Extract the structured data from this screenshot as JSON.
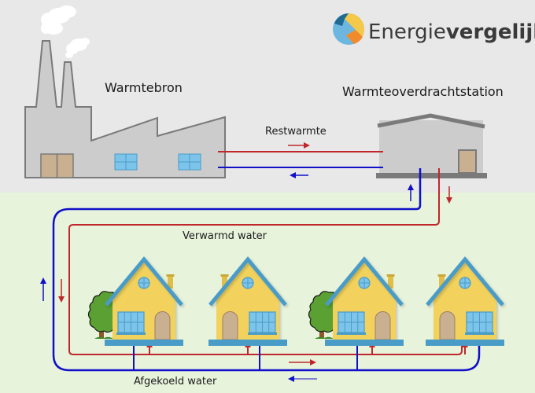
{
  "logo": {
    "brand_light": "Energie",
    "brand_bold": "vergelijk",
    "icon": "energievergelijk-logo-icon",
    "colors": {
      "light_blue": "#6cb6e0",
      "dark_blue": "#1e6a93",
      "yellow": "#f5c84a",
      "orange": "#f08a2a",
      "text": "#3a3a3a"
    }
  },
  "labels": {
    "heat_source": "Warmtebron",
    "transfer_station": "Warmteoverdrachtstation",
    "residual_heat": "Restwarmte",
    "heated_water": "Verwarmd water",
    "cooled_water": "Afgekoeld water"
  },
  "colors": {
    "sky": "#e8e8e8",
    "ground": "#e8f3dc",
    "hot_pipe": "#c0272d",
    "cold_pipe": "#1010c8",
    "building": "#cccccc",
    "building_outline": "#7a7a7a",
    "door": "#c8b090",
    "window": "#7cc4ea",
    "house_wall": "#f2d25c",
    "house_roof": "#4a9cc8",
    "tree": "#5aa032"
  },
  "houses": [
    {
      "id": 1,
      "door_side": "right",
      "tree": true
    },
    {
      "id": 2,
      "door_side": "left",
      "tree": false
    },
    {
      "id": 3,
      "door_side": "right",
      "tree": true
    },
    {
      "id": 4,
      "door_side": "left",
      "tree": false
    }
  ],
  "flows": [
    {
      "id": "restwarmte-hot",
      "color": "hot",
      "direction": "right"
    },
    {
      "id": "restwarmte-cold",
      "color": "cold",
      "direction": "left"
    },
    {
      "id": "station-return",
      "color": "cold",
      "direction": "up"
    },
    {
      "id": "station-supply",
      "color": "hot",
      "direction": "down"
    },
    {
      "id": "left-return",
      "color": "cold",
      "direction": "up"
    },
    {
      "id": "left-supply",
      "color": "hot",
      "direction": "down"
    },
    {
      "id": "bottom-hot",
      "color": "hot",
      "direction": "right"
    },
    {
      "id": "bottom-cold",
      "color": "cold",
      "direction": "left"
    }
  ]
}
